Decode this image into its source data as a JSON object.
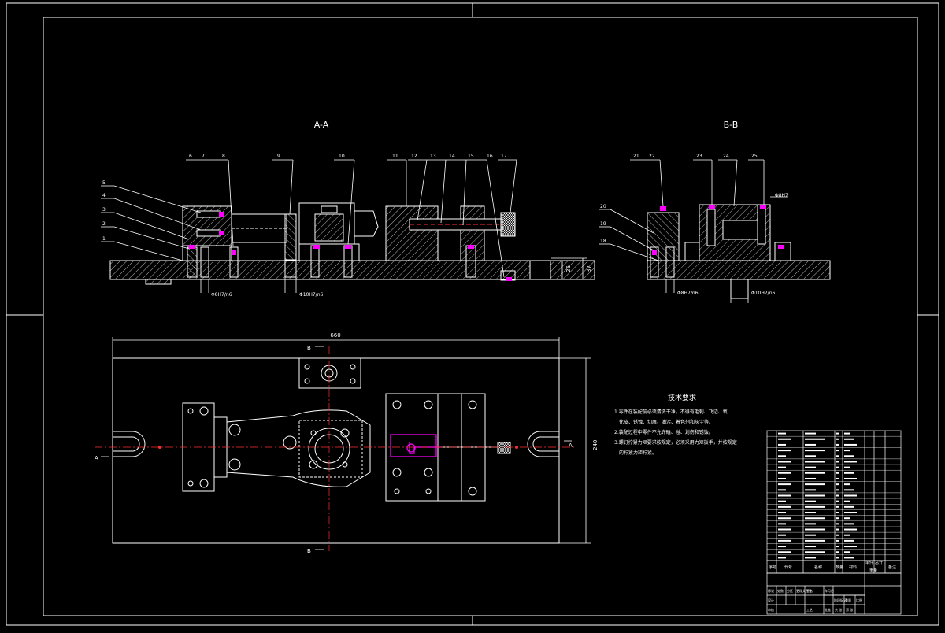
{
  "colors": {
    "background": "#000000",
    "line": "#ffffff",
    "hatch": "#ffffff",
    "accent": "#ff00ff",
    "center": "#ff3030",
    "hidden": "#ff3030"
  },
  "views": {
    "section_aa": "A-A",
    "section_bb": "B-B"
  },
  "balloons_aa": [
    "6",
    "7",
    "8",
    "9",
    "10",
    "11",
    "12",
    "13",
    "14",
    "15",
    "16",
    "17"
  ],
  "balloons_aa_left": [
    "5",
    "4",
    "3",
    "2",
    "1"
  ],
  "balloons_bb": [
    "21",
    "22",
    "23",
    "24",
    "25"
  ],
  "balloons_bb_left": [
    "20",
    "19",
    "18"
  ],
  "dims": {
    "overall_length": "660",
    "overall_width": "240",
    "h1": "25",
    "h2": "37",
    "fit1": "Φ8H7/n6",
    "fit2": "Φ10H7/n6",
    "fit3": "Φ8H7/n6",
    "fit4": "Φ10H7/n6",
    "fit5": "Φ8H7"
  },
  "section_marks": {
    "a_left": "A",
    "a_right": "A",
    "b_top": "B",
    "b_bottom": "B"
  },
  "tech_req": {
    "title": "技术要求",
    "lines": [
      "1.零件在装配前必须清洗干净，不得有毛刺、飞边、氧",
      "化皮、锈蚀、切屑、油污、着色剂和灰尘等。",
      "2.装配过程中零件不允许磕、碰、划伤和锈蚀。",
      "3.螺钉拧紧力矩要求按规定，必须采用力矩扳手，并按规定",
      "的拧紧力矩拧紧。"
    ]
  },
  "title_block": {
    "headers": [
      "序号",
      "代号",
      "名称",
      "数量",
      "材料",
      "单件",
      "总计",
      "备注"
    ],
    "weight_label": "重量",
    "row_count": "23",
    "bottom_labels": [
      "标记",
      "处数",
      "分区",
      "更改文件号",
      "签名",
      "年月日",
      "设计",
      "审核",
      "工艺",
      "批准",
      "阶段标记",
      "重量",
      "比例",
      "共 张",
      "第 张"
    ]
  }
}
